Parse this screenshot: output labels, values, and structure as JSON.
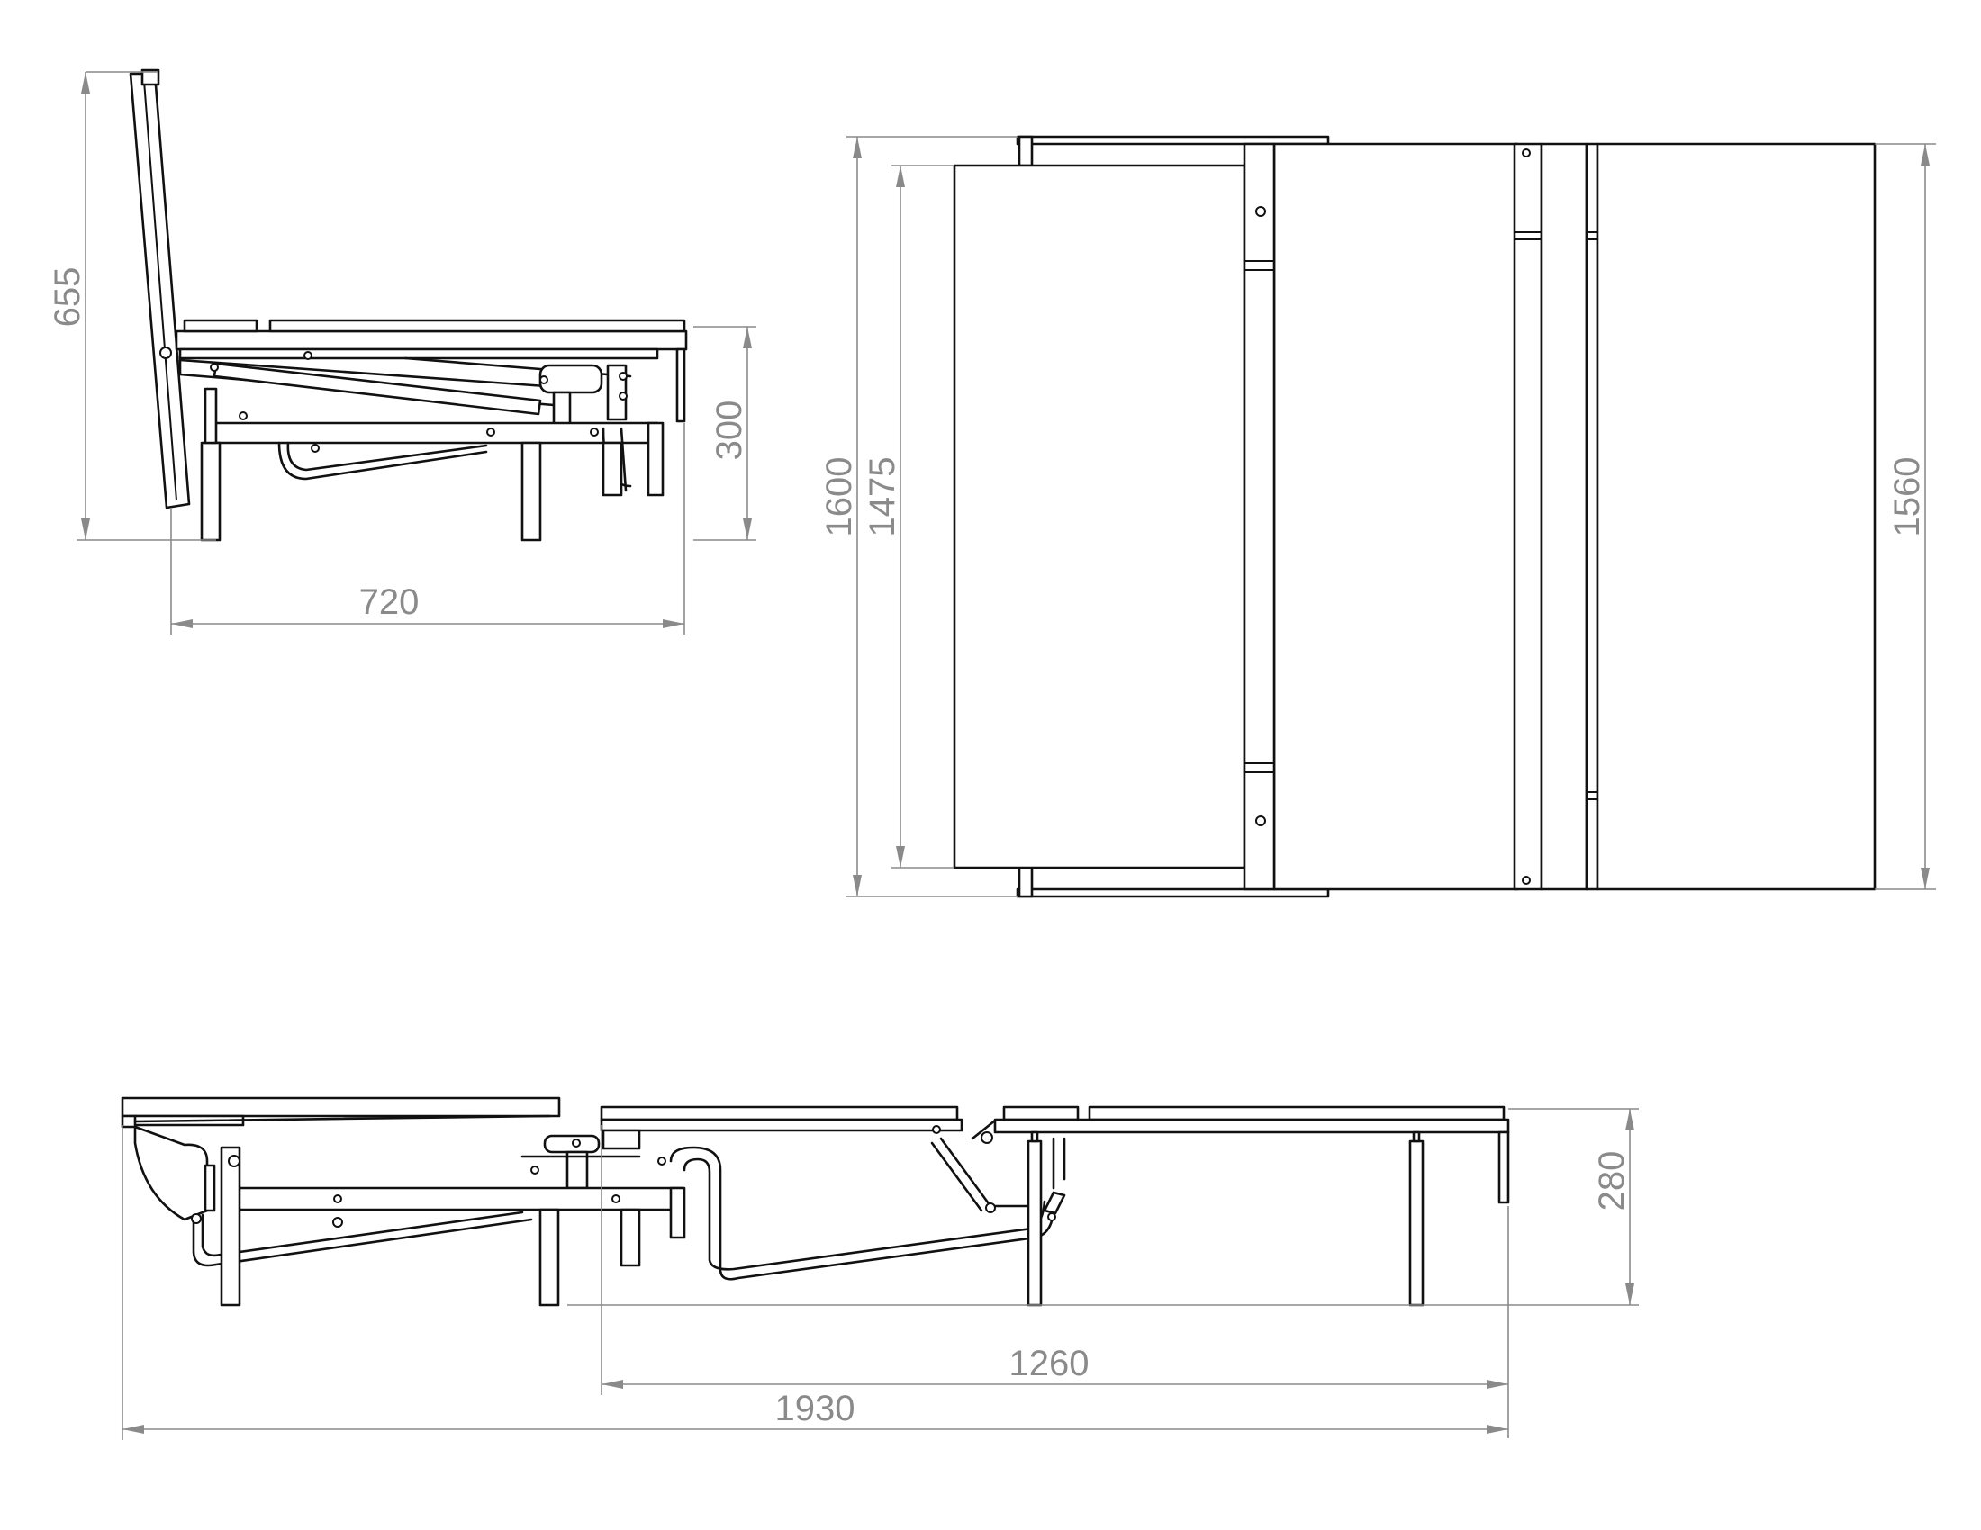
{
  "dimensions": {
    "side_height_back": "655",
    "side_height_seat": "300",
    "side_depth": "720",
    "top_total_width": "1600",
    "top_mattress_width": "1475",
    "top_right_width": "1560",
    "unfolded_height": "280",
    "unfolded_mattress_length": "1260",
    "unfolded_total_length": "1930"
  },
  "colors": {
    "line": "#111111",
    "dimension": "#8a8a8a",
    "background": "#ffffff"
  }
}
